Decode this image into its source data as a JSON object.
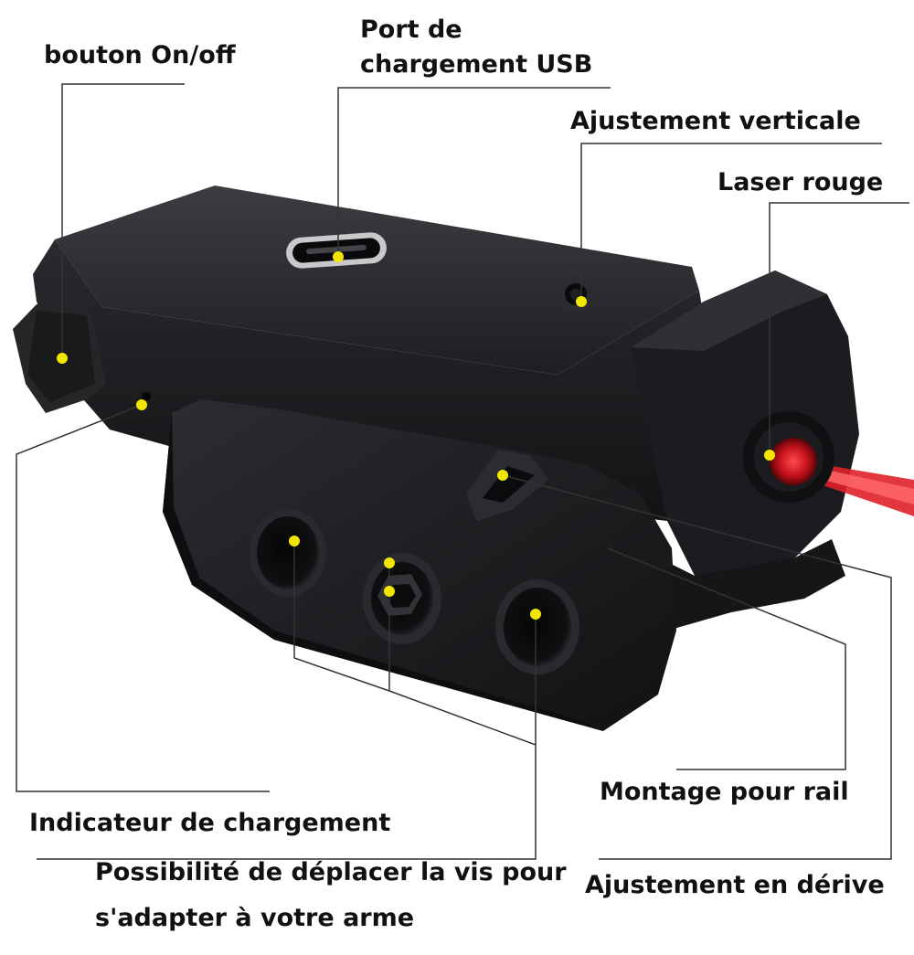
{
  "labels": {
    "on_off": "bouton On/off",
    "usb_line1": "Port de",
    "usb_line2": "chargement USB",
    "vertical": "Ajustement verticale",
    "laser": "Laser rouge",
    "rail": "Montage pour rail",
    "charge_indicator": "Indicateur de chargement",
    "screw_line1": "Possibilité de déplacer la vis pour",
    "screw_line2": "s'adapter à votre arme",
    "windage": "Ajustement en dérive"
  },
  "colors": {
    "body": "#1b1b1e",
    "body_light": "#3a3a3f",
    "marker": "#f2e600",
    "laser": "#e0202a",
    "leader": "#333333"
  },
  "icons": [
    "usb-c-port-icon",
    "laser-beam-icon"
  ]
}
